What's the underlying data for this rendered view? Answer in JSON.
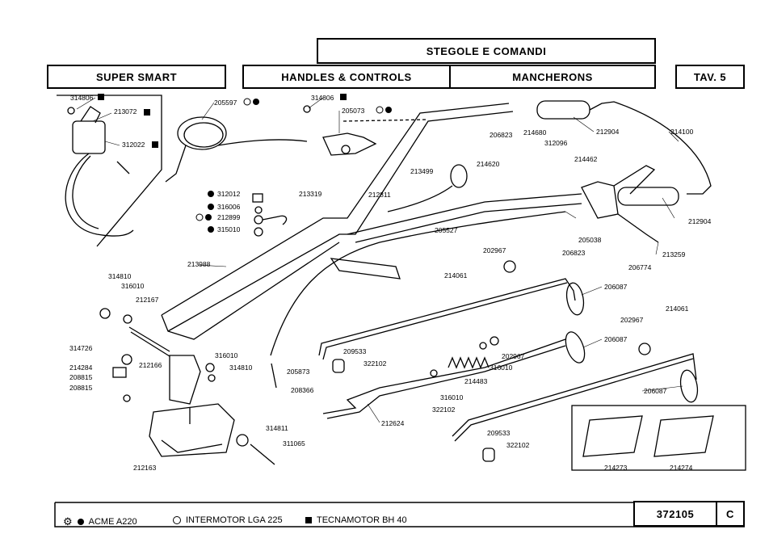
{
  "header": {
    "title_it": "STEGOLE E COMANDI",
    "model": "SUPER SMART",
    "title_en": "HANDLES & CONTROLS",
    "title_fr": "MANCHERONS",
    "table": "TAV. 5"
  },
  "parts": [
    {
      "id": "p1",
      "code": "314806"
    },
    {
      "id": "p2",
      "code": "213072"
    },
    {
      "id": "p3",
      "code": "312022"
    },
    {
      "id": "p4",
      "code": "205597"
    },
    {
      "id": "p5",
      "code": "314806"
    },
    {
      "id": "p6",
      "code": "205073"
    },
    {
      "id": "p7",
      "code": "212904"
    },
    {
      "id": "p8",
      "code": "214100"
    },
    {
      "id": "p9",
      "code": "206823"
    },
    {
      "id": "p10",
      "code": "214680"
    },
    {
      "id": "p11",
      "code": "312096"
    },
    {
      "id": "p12",
      "code": "214462"
    },
    {
      "id": "p13",
      "code": "214620"
    },
    {
      "id": "p14",
      "code": "213499"
    },
    {
      "id": "p15",
      "code": "212811"
    },
    {
      "id": "p16",
      "code": "312012"
    },
    {
      "id": "p17",
      "code": "213319"
    },
    {
      "id": "p18",
      "code": "316006"
    },
    {
      "id": "p19",
      "code": "212899"
    },
    {
      "id": "p20",
      "code": "315010"
    },
    {
      "id": "p21",
      "code": "212904"
    },
    {
      "id": "p22",
      "code": "205527"
    },
    {
      "id": "p23",
      "code": "205038"
    },
    {
      "id": "p24",
      "code": "206823"
    },
    {
      "id": "p25",
      "code": "213259"
    },
    {
      "id": "p26",
      "code": "202967"
    },
    {
      "id": "p27",
      "code": "206774"
    },
    {
      "id": "p28",
      "code": "213988"
    },
    {
      "id": "p29",
      "code": "214061"
    },
    {
      "id": "p30",
      "code": "206087"
    },
    {
      "id": "p31",
      "code": "314810"
    },
    {
      "id": "p32",
      "code": "316010"
    },
    {
      "id": "p33",
      "code": "212167"
    },
    {
      "id": "p34",
      "code": "214061"
    },
    {
      "id": "p35",
      "code": "202967"
    },
    {
      "id": "p36",
      "code": "206087"
    },
    {
      "id": "p37",
      "code": "314726"
    },
    {
      "id": "p38",
      "code": "212166"
    },
    {
      "id": "p39",
      "code": "316010"
    },
    {
      "id": "p40",
      "code": "214284"
    },
    {
      "id": "p41",
      "code": "314810"
    },
    {
      "id": "p42",
      "code": "208815"
    },
    {
      "id": "p43",
      "code": "208815"
    },
    {
      "id": "p44",
      "code": "209533"
    },
    {
      "id": "p45",
      "code": "322102"
    },
    {
      "id": "p46",
      "code": "205873"
    },
    {
      "id": "p47",
      "code": "208366"
    },
    {
      "id": "p48",
      "code": "202967"
    },
    {
      "id": "p49",
      "code": "316010"
    },
    {
      "id": "p50",
      "code": "214483"
    },
    {
      "id": "p51",
      "code": "316010"
    },
    {
      "id": "p52",
      "code": "322102"
    },
    {
      "id": "p53",
      "code": "206087"
    },
    {
      "id": "p54",
      "code": "314811"
    },
    {
      "id": "p55",
      "code": "311065"
    },
    {
      "id": "p56",
      "code": "212624"
    },
    {
      "id": "p57",
      "code": "209533"
    },
    {
      "id": "p58",
      "code": "322102"
    },
    {
      "id": "p59",
      "code": "212163"
    },
    {
      "id": "p60",
      "code": "214273"
    },
    {
      "id": "p61",
      "code": "214274"
    }
  ],
  "footer": {
    "legend": [
      {
        "symbol": "filled-circle",
        "label": "ACME A220"
      },
      {
        "symbol": "open-circle",
        "label": "INTERMOTOR LGA 225"
      },
      {
        "symbol": "filled-square",
        "label": "TECNAMOTOR BH 40"
      }
    ],
    "doc_number": "372105",
    "revision": "C"
  },
  "colors": {
    "ink": "#000000",
    "paper": "#ffffff"
  }
}
